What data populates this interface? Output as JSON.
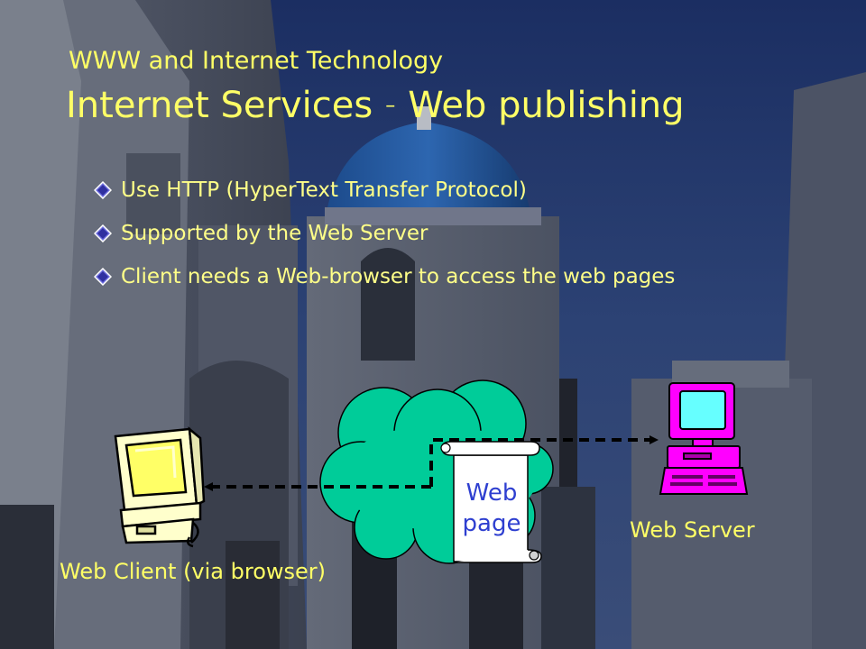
{
  "slide": {
    "subtitle": "WWW and Internet Technology",
    "title_part1": "Internet Services",
    "title_dash": "–",
    "title_part2": "Web publishing"
  },
  "bullets": [
    "Use HTTP (HyperText Transfer Protocol)",
    "Supported by the Web Server",
    "Client needs a Web-browser to access the web pages"
  ],
  "diagram": {
    "client_label": "Web Client (via browser)",
    "server_label": "Web Server",
    "document_line1": "Web",
    "document_line2": "page"
  },
  "colors": {
    "title": "#ffff66",
    "bullet_text": "#ffff88",
    "cloud": "#00cc99",
    "server_body": "#ff00ff",
    "server_screen": "#66ffff",
    "client_body": "#ffffcc",
    "client_screen": "#ffff66",
    "document_text": "#2e3fd0"
  },
  "icons": {
    "bullet": "diamond-bullet-icon",
    "client": "desktop-computer-icon",
    "server": "server-computer-icon",
    "network": "cloud-icon",
    "document": "scroll-document-icon"
  }
}
